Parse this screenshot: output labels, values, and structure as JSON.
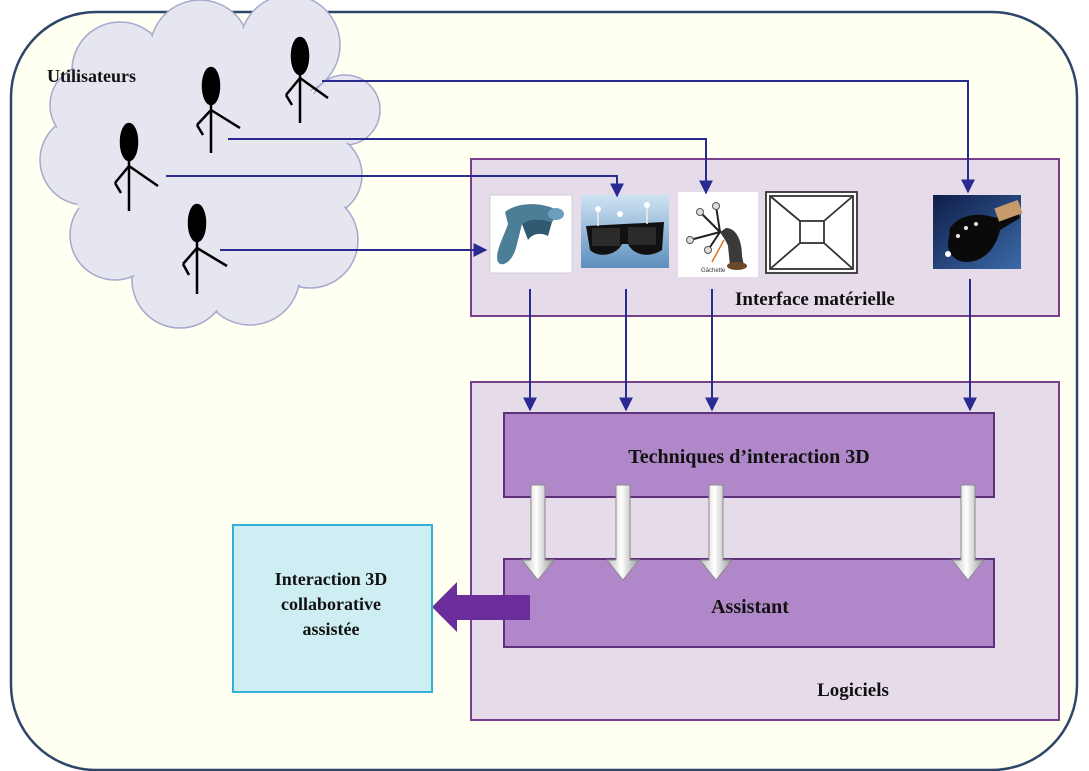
{
  "colors": {
    "frame_fill": "#fffff2",
    "frame_stroke": "#2e4668",
    "cloud_fill": "#e6e6f1",
    "cloud_stroke": "#a6a9cc",
    "panel_fill": "#e6dbe9",
    "panel_stroke": "#7a3f8b",
    "bar_fill": "#b088c9",
    "bar_stroke": "#5e2f7a",
    "result_fill": "#cfeef4",
    "result_stroke": "#33b0d6",
    "connector": "#2a2a93",
    "big_arrow": "#6a2d9a"
  },
  "labels": {
    "users": "Utilisateurs",
    "hardware": "Interface matérielle",
    "techniques": "Techniques d’interaction 3D",
    "assistant": "Assistant",
    "software": "Logiciels",
    "result_line1": "Interaction 3D",
    "result_line2": "collaborative",
    "result_line3": "assistée",
    "trigger_caption": "Gâchette"
  },
  "devices": [
    {
      "name": "phantom-haptic-stylus-icon"
    },
    {
      "name": "stereo-3d-glasses-icon"
    },
    {
      "name": "tracked-flystick-icon"
    },
    {
      "name": "wireframe-cube-display-icon"
    },
    {
      "name": "data-glove-icon"
    }
  ]
}
